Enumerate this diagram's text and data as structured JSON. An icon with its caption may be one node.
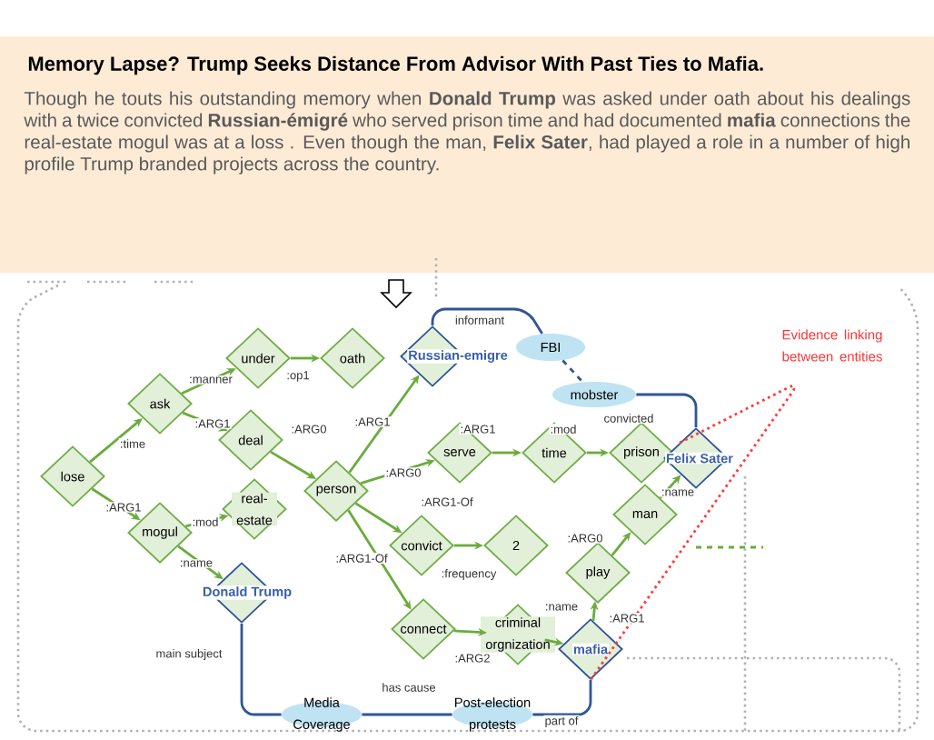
{
  "diagram": {
    "title": "Memory Lapse? Trump Seeks Distance From Advisor With Past Ties to Mafia.",
    "nodes": [
      {
        "text": [
          "lose"
        ]
      },
      {
        "text": [
          "ask"
        ]
      },
      {
        "text": [
          "under"
        ]
      },
      {
        "text": [
          "oath"
        ]
      },
      {
        "text": [
          "deal"
        ]
      },
      {
        "text": [
          "real-estate"
        ]
      },
      {
        "text": [
          "mogul"
        ]
      },
      {
        "text": [
          "person"
        ]
      },
      {
        "text": [
          "Russian-emigre"
        ]
      },
      {
        "text": [
          "serve"
        ]
      },
      {
        "text": [
          "time"
        ]
      },
      {
        "text": [
          "prison"
        ]
      },
      {
        "text": [
          "convict"
        ]
      },
      {
        "text": [
          "2"
        ]
      },
      {
        "text": [
          "connect"
        ]
      },
      {
        "text": [
          "criminal orgnization"
        ]
      },
      {
        "text": [
          "mafia"
        ]
      },
      {
        "text": [
          "play"
        ]
      },
      {
        "text": [
          "man"
        ]
      },
      {
        "text": [
          "Felix Sater"
        ]
      },
      {
        "text": [
          "Donald Trump"
        ]
      },
      {
        "text": [
          "FBI"
        ]
      },
      {
        "text": [
          "mobster"
        ]
      },
      {
        "text": [
          "Media Coverage"
        ]
      },
      {
        "text": [
          "Post-election protests"
        ]
      }
    ],
    "edges": [
      {
        "from": 0,
        "to": 1,
        "arrow": "to",
        "label": ":time"
      },
      {
        "from": 0,
        "to": 6,
        "arrow": "to",
        "label": ":ARG1"
      },
      {
        "from": 1,
        "to": 2,
        "arrow": "to",
        "label": ":manner"
      },
      {
        "from": 1,
        "to": 4,
        "arrow": "to",
        "label": ":ARG1"
      },
      {
        "from": 2,
        "to": 3,
        "arrow": "to",
        "label": ":op1"
      },
      {
        "from": 4,
        "to": 7,
        "arrow": "to",
        "label": ":ARG0"
      },
      {
        "from": 6,
        "to": 5,
        "arrow": "to",
        "label": ":mod"
      },
      {
        "from": 6,
        "to": 20,
        "arrow": "to",
        "label": ":name"
      },
      {
        "from": 7,
        "to": 8,
        "arrow": "to",
        "label": ":ARG1"
      },
      {
        "from": 7,
        "to": 9,
        "arrow": "to",
        "label": ":ARG0"
      },
      {
        "from": 7,
        "to": 12,
        "arrow": "to",
        "label": ":ARG1-Of"
      },
      {
        "from": 7,
        "to": 14,
        "arrow": "to",
        "label": ":ARG1-Of"
      },
      {
        "from": 9,
        "to": 10,
        "arrow": "to",
        "label": ":ARG1"
      },
      {
        "from": 10,
        "to": 11,
        "arrow": "to",
        "label": ":mod"
      },
      {
        "from": 12,
        "to": 13,
        "arrow": "to",
        "label": ":frequency"
      },
      {
        "from": 14,
        "to": 15,
        "arrow": "to",
        "label": ":ARG2"
      },
      {
        "from": 15,
        "to": 16,
        "arrow": "to",
        "label": ":name"
      },
      {
        "from": 16,
        "to": 17,
        "arrow": "to",
        "label": ":ARG1"
      },
      {
        "from": 17,
        "to": 18,
        "arrow": "to",
        "label": ":ARG0"
      },
      {
        "from": 18,
        "to": 19,
        "arrow": "to",
        "label": ":name"
      },
      {
        "from": 8,
        "to": 21,
        "arrow": "none",
        "label": "informant",
        "color": "#2f5597"
      },
      {
        "from": 21,
        "to": 22,
        "arrow": "none",
        "style": "dashed",
        "color": "#2f5597"
      },
      {
        "from": 22,
        "to": 19,
        "arrow": "none",
        "label": "convicted",
        "color": "#2f5597"
      },
      {
        "from": 20,
        "to": 23,
        "arrow": "none",
        "label": "main subject",
        "color": "#2f5597"
      },
      {
        "from": 23,
        "to": 24,
        "arrow": "none",
        "label": "has cause",
        "color": "#2f5597"
      },
      {
        "from": 24,
        "to": 16,
        "arrow": "none",
        "label": "part of",
        "color": "#2f5597"
      },
      {
        "from": 19,
        "to": 16,
        "arrow": "none",
        "style": "dashed",
        "color": "#ff3b3b"
      }
    ],
    "labels": [
      "Though he touts his outstanding memory when **Donald Trump** was asked under oath about his dealings with a twice convicted **Russian-émigré** who served prison time and had documented **mafia** connections the real-estate mogul was at a loss . Even though the man, **Felix Sater**, had played a role in a number of high profile Trump branded projects across the country.",
      "Evidence linking between entities"
    ]
  }
}
